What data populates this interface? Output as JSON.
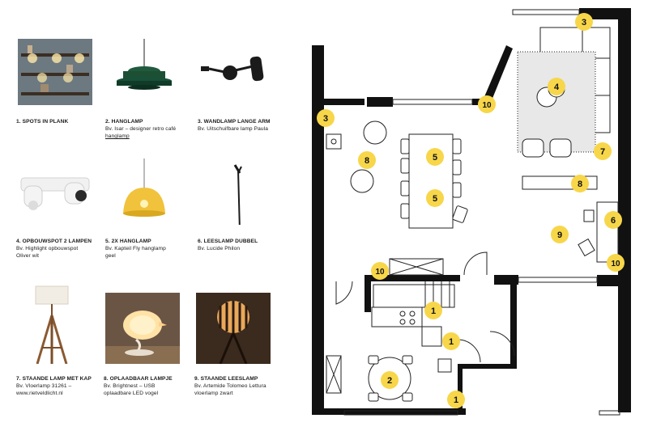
{
  "catalog": [
    {
      "title": "1. SPOTS IN PLANK",
      "desc": "",
      "desc2": ""
    },
    {
      "title": "2. HANGLAMP",
      "desc": "Bv. Isar – designer retro café",
      "desc2": "hanglamp"
    },
    {
      "title": "3. WANDLAMP LANGE ARM",
      "desc": "Bv. Uitschuifbare lamp Paula",
      "desc2": ""
    },
    {
      "title": "4. OPBOUWSPOT 2 LAMPEN",
      "desc": "Bv. Highlight opbouwspot",
      "desc2": "Oliver wit"
    },
    {
      "title": "5. 2x HANGLAMP",
      "desc": "Bv. Kapteil Fly hanglamp",
      "desc2": "geel"
    },
    {
      "title": "6. LEESLAMP DUBBEL",
      "desc": "Bv. Lucide Philon",
      "desc2": ""
    },
    {
      "title": "7. STAANDE LAMP MET KAP",
      "desc": "Bv. Vloerlamp 31261 –",
      "desc2": "www.rietveldlicht.nl"
    },
    {
      "title": "8. OPLAADBAAR LAMPJE",
      "desc": "Bv. Brightnest – USB",
      "desc2": "oplaadbare LED vogel"
    },
    {
      "title": "9. STAANDE LEESLAMP",
      "desc": "Bv. Artemide Tolomeo Lettura",
      "desc2": "vloerlamp zwart"
    }
  ],
  "markers": [
    "3",
    "4",
    "10",
    "3",
    "7",
    "5",
    "8",
    "5",
    "8",
    "6",
    "9",
    "10",
    "10",
    "1",
    "1",
    "2",
    "1"
  ],
  "colors": {
    "marker": "#f7d64a",
    "wall": "#111111",
    "rug": "#e8e8e8"
  }
}
